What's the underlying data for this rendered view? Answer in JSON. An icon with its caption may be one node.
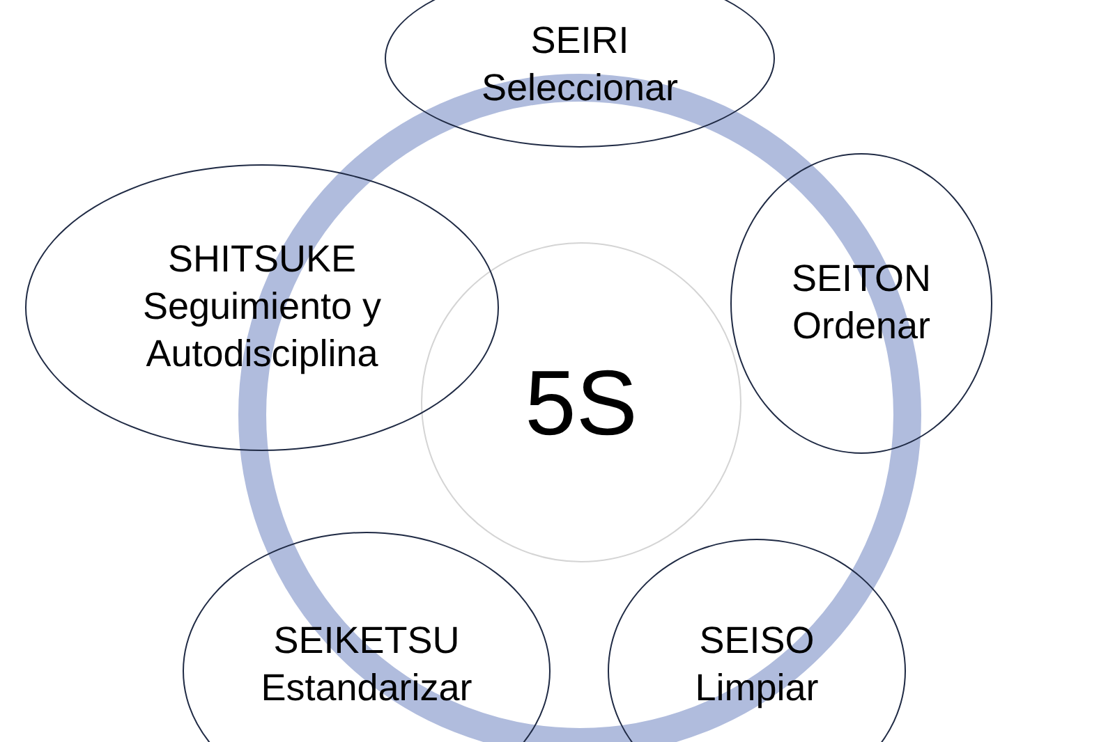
{
  "diagram": {
    "nodes": [
      {
        "text": [
          "5S"
        ]
      },
      {
        "text": [
          "SEIRI",
          "Seleccionar"
        ]
      },
      {
        "text": [
          "SEITON",
          "Ordenar"
        ]
      },
      {
        "text": [
          "SEISO",
          "Limpiar"
        ]
      },
      {
        "text": [
          "SEIKETSU",
          "Estandarizar"
        ]
      },
      {
        "text": [
          "SHITSUKE",
          "Seguimiento y Autodisciplina"
        ]
      }
    ]
  }
}
